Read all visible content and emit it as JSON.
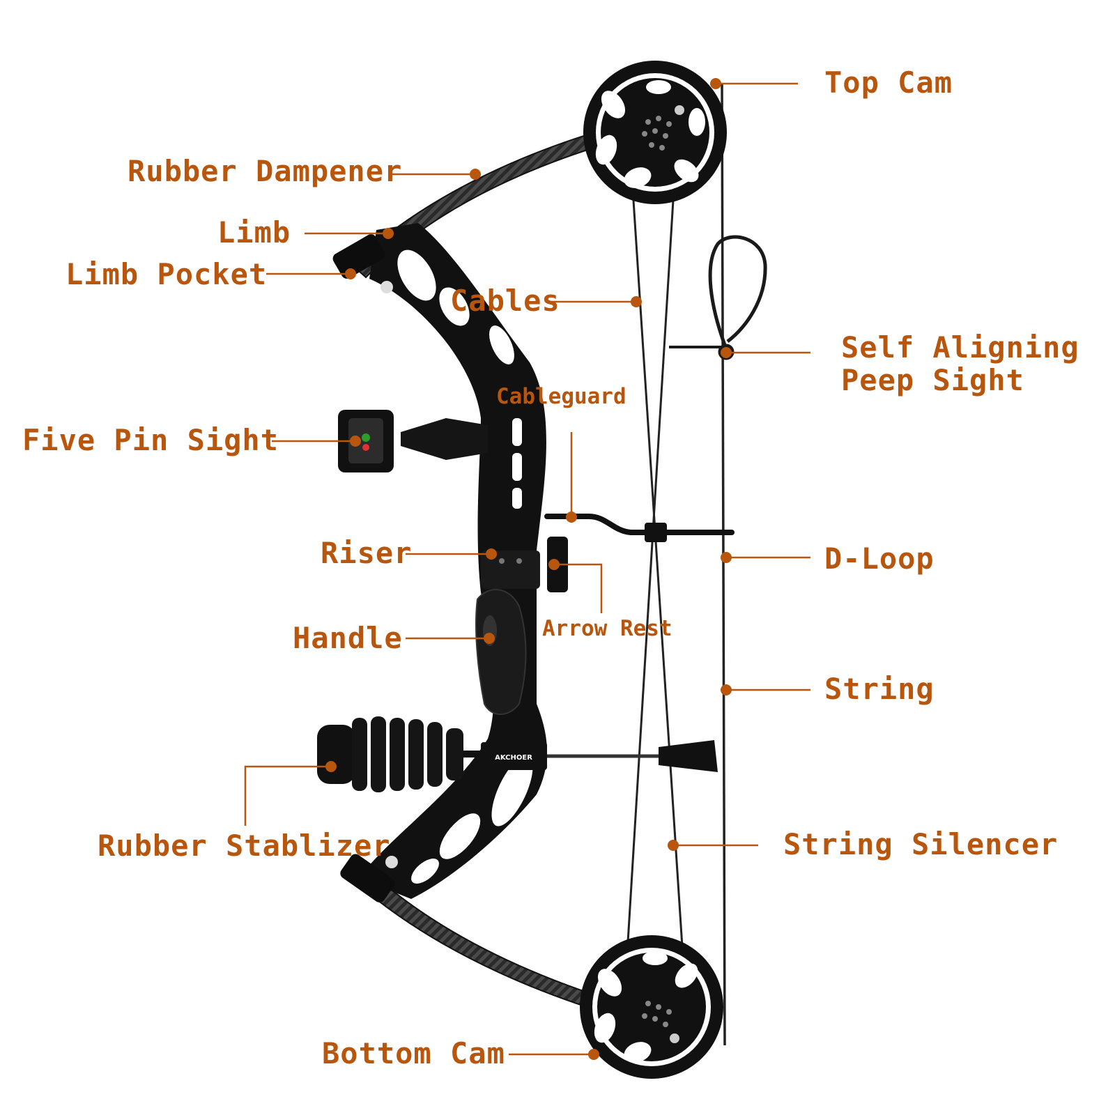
{
  "colors": {
    "accent": "#b8560e",
    "bow": "#111111",
    "background": "#ffffff"
  },
  "brand": "AKCHOER",
  "labels": {
    "top_cam": "Top Cam",
    "rubber_dampener": "Rubber Dampener",
    "limb": "Limb",
    "limb_pocket": "Limb Pocket",
    "cables": "Cables",
    "self_aligning_peep_sight_line1": "Self Aligning",
    "self_aligning_peep_sight_line2": "Peep Sight",
    "cableguard": "Cableguard",
    "five_pin_sight": "Five Pin Sight",
    "riser": "Riser",
    "d_loop": "D-Loop",
    "arrow_rest": "Arrow Rest",
    "handle": "Handle",
    "string": "String",
    "rubber_stabilizer": "Rubber Stablizer",
    "string_silencer": "String Silencer",
    "bottom_cam": "Bottom Cam"
  }
}
